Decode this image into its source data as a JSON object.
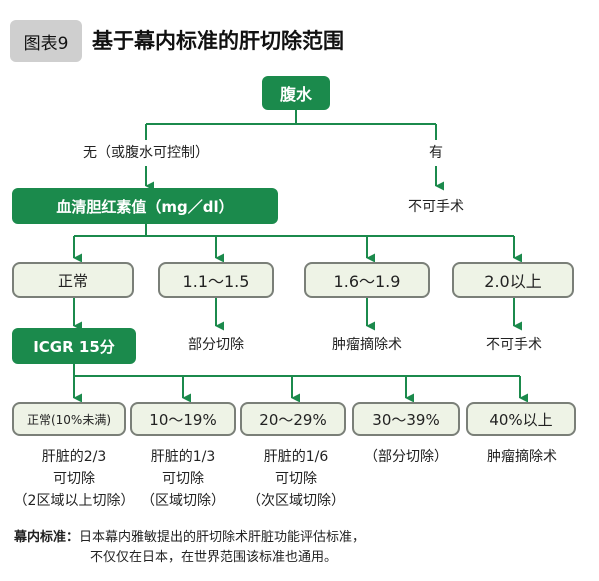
{
  "header": {
    "badge": "图表9",
    "title": "基于幕内标准的肝切除范围"
  },
  "nodes": {
    "ascites": "腹水",
    "branch_no": "无（或腹水可控制）",
    "branch_yes": "有",
    "not_operable_1": "不可手术",
    "bilirubin": "血清胆红素值（mg／dl）",
    "bili_normal": "正常",
    "bili_1": "1.1～1.5",
    "bili_2": "1.6～1.9",
    "bili_3": "2.0以上",
    "res_partial": "部分切除",
    "res_tumor": "肿瘤摘除术",
    "res_not_operable": "不可手术",
    "icgr": "ICGR 15分",
    "icg_1": "正常(10%未满)",
    "icg_2": "10～19%",
    "icg_3": "20～29%",
    "icg_4": "30～39%",
    "icg_5": "40%以上"
  },
  "results": {
    "r1": [
      "肝脏的2/3",
      "可切除",
      "（2区域以上切除）"
    ],
    "r2": [
      "肝脏的1/3",
      "可切除",
      "（区域切除）"
    ],
    "r3": [
      "肝脏的1/6",
      "可切除",
      "（次区域切除）"
    ],
    "r4": [
      "（部分切除）"
    ],
    "r5": [
      "肿瘤摘除术"
    ]
  },
  "footnote": {
    "label": "幕内标准：",
    "line1": "日本幕内雅敏提出的肝切除术肝脏功能评估标准，",
    "line2": "不仅仅在日本，在世界范围该标准也通用。"
  },
  "colors": {
    "green": "#1b8a4c",
    "pale_box": "#eef3e6",
    "box_border": "#7a7f78",
    "badge": "#cfcfcf"
  }
}
